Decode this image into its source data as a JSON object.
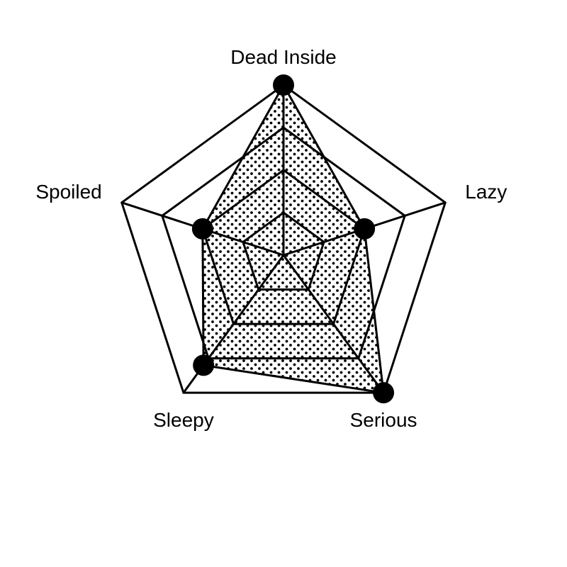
{
  "chart_data": {
    "type": "radar",
    "axes": [
      "Dead Inside",
      "Lazy",
      "Serious",
      "Sleepy",
      "Spoiled"
    ],
    "values": [
      1.0,
      0.5,
      1.0,
      0.8,
      0.5
    ],
    "range": [
      0,
      1
    ],
    "rings": 4,
    "grid": true,
    "legend": "none",
    "fill_pattern": "dots",
    "colors": {
      "stroke": "#000000",
      "fill_dot": "#000000",
      "background": "#ffffff"
    }
  }
}
